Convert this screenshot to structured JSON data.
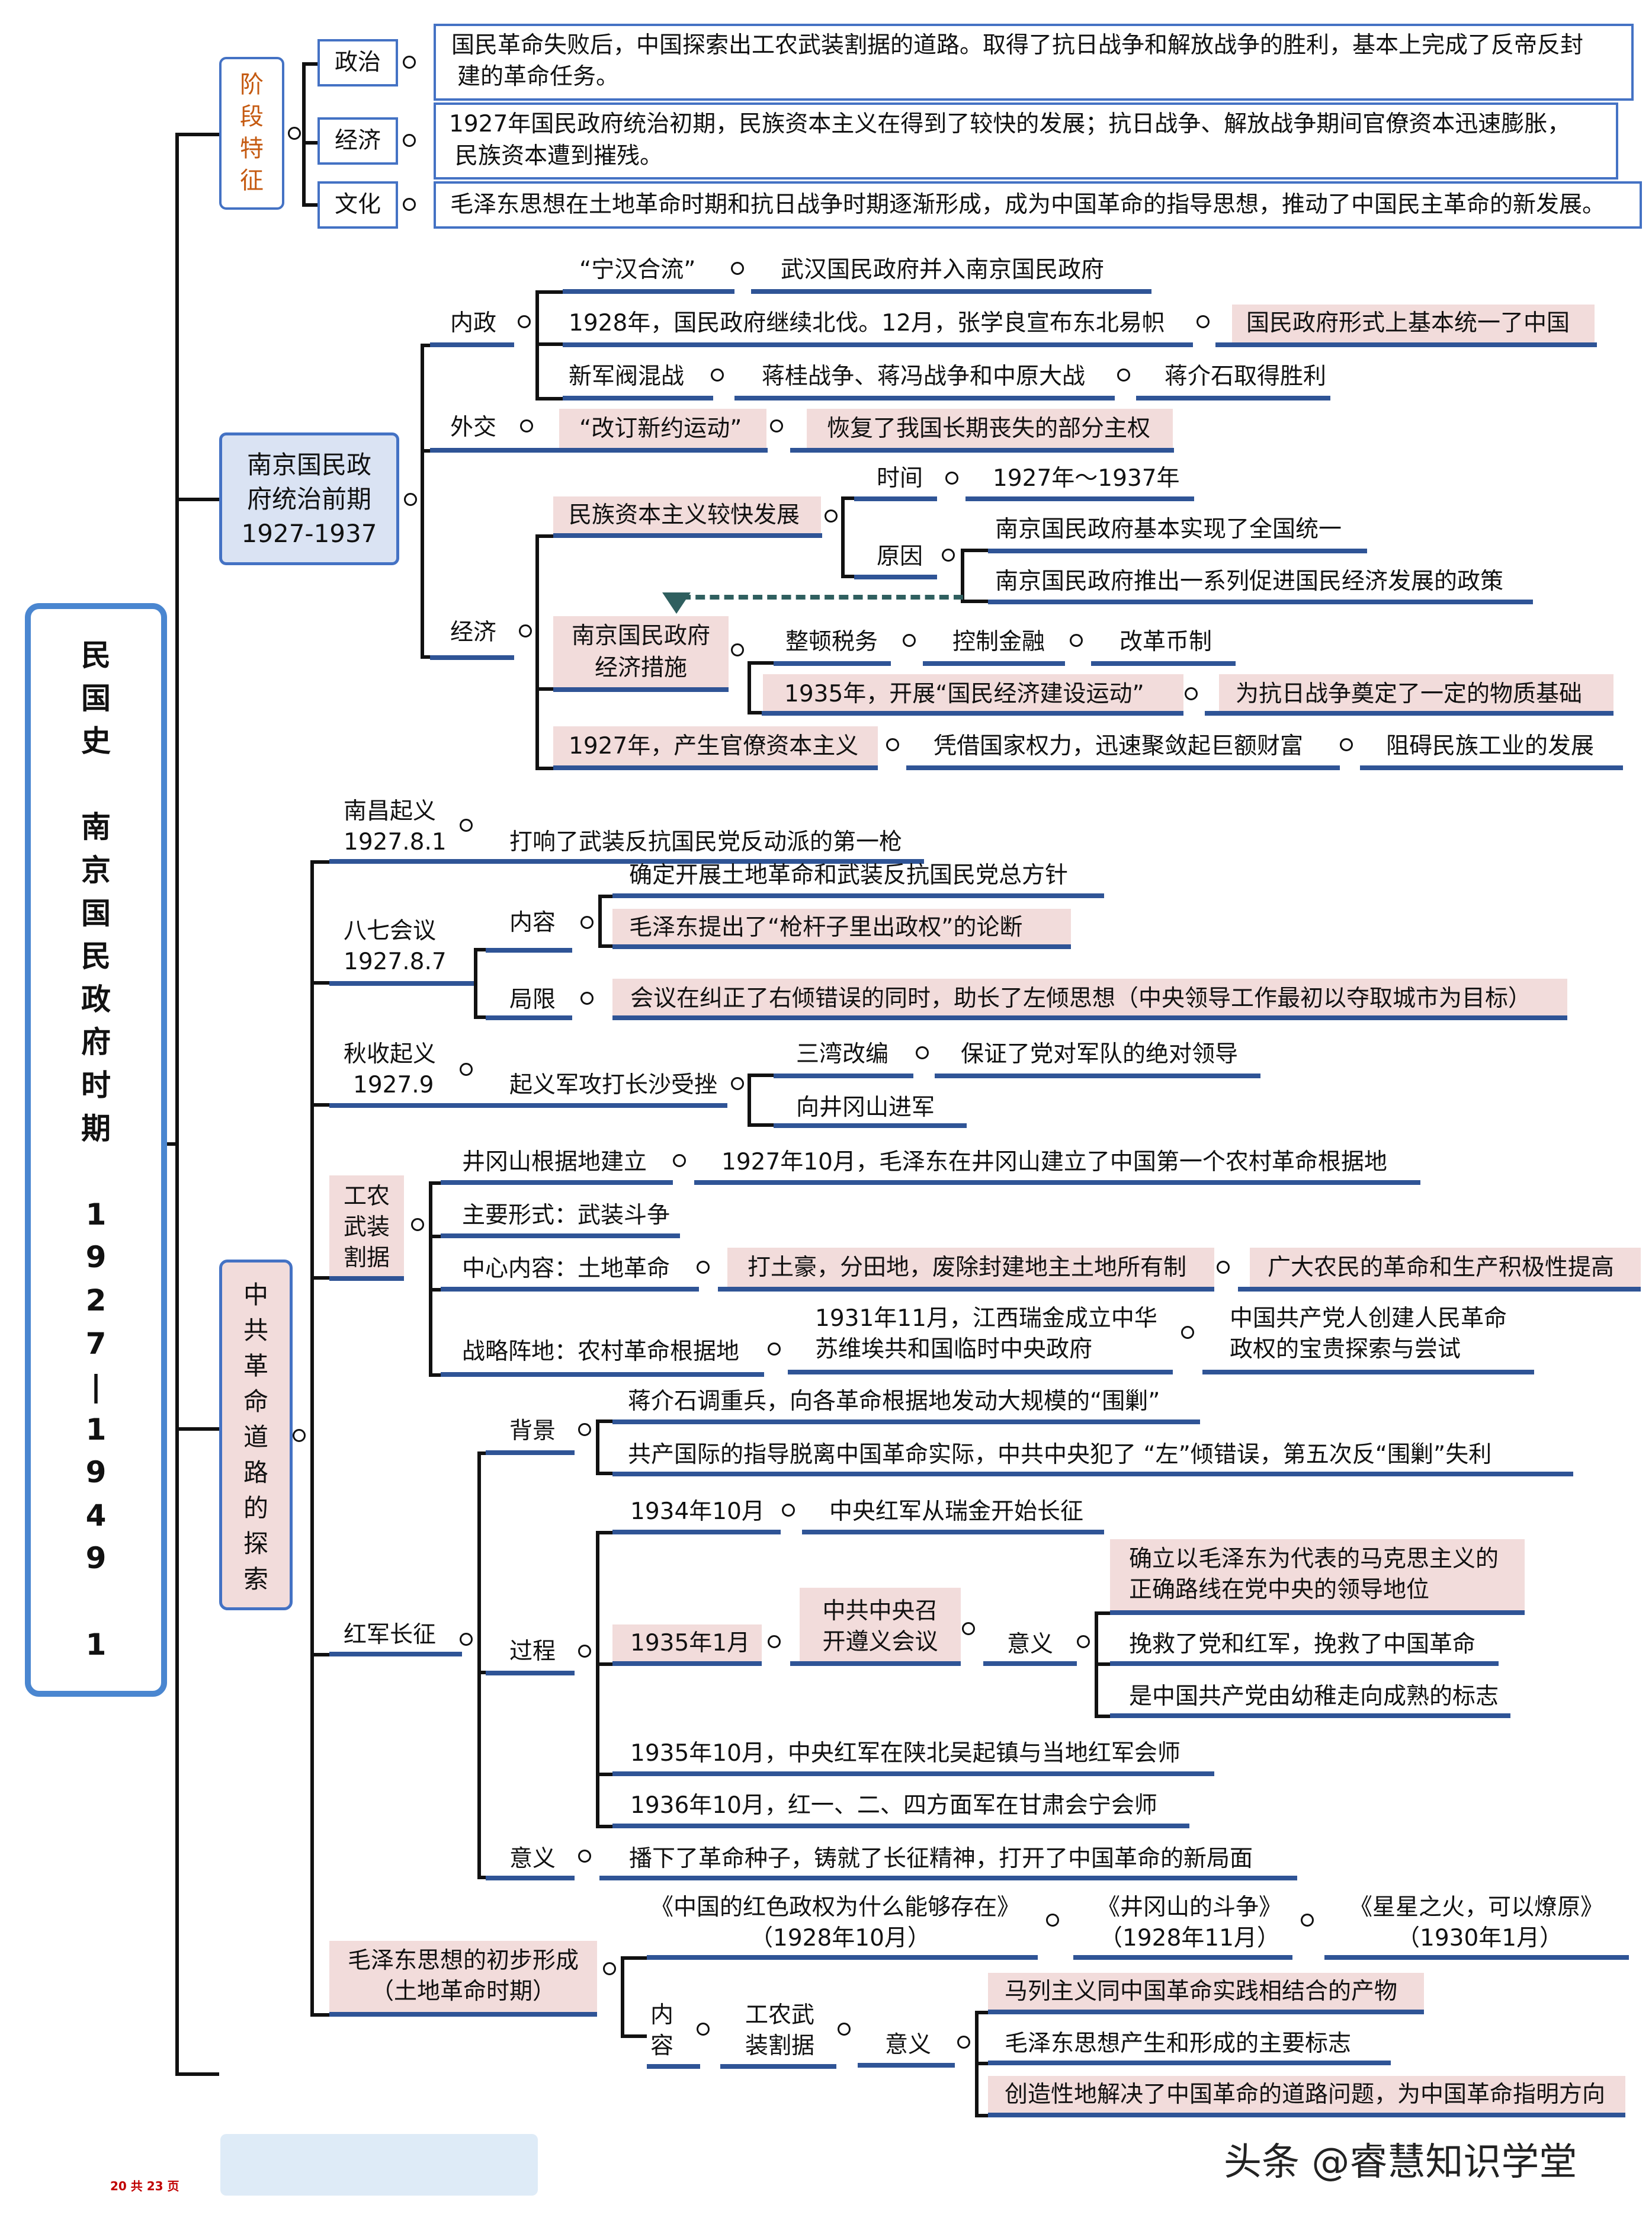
{
  "root": {
    "text": "民\n国\n史\n\n南\n京\n国\n民\n政\n府\n时\n期\n\n1\n9\n2\n7\n|\n1\n9\n4\n9\n\n1"
  },
  "stage_features": {
    "label": "阶\n段\n特\n征",
    "politics": {
      "label": "政治",
      "text1": "国民革命失败后，中国探索出工农武装割据的道路。取得了抗日战争和解放战争的胜利，基本上完成了反帝反封",
      "text2": "建的革命任务。"
    },
    "economy": {
      "label": "经济",
      "text1": "1927年国民政府统治初期，民族资本主义在得到了较快的发展；抗日战争、解放战争期间官僚资本迅速膨胀，",
      "text2": "民族资本遭到摧残。"
    },
    "culture": {
      "label": "文化",
      "text1": "毛泽东思想在土地革命时期和抗日战争时期逐渐形成，成为中国革命的指导思想，推动了中国民主革命的新发展。"
    }
  },
  "nanjing": {
    "label1": "南京国民政",
    "label2": "府统治前期",
    "label3": "1927-1937",
    "interior": {
      "label": "内政",
      "r1a": "“宁汉合流”",
      "r1b": "武汉国民政府并入南京国民政府",
      "r2a": "1928年，国民政府继续北伐。12月，张学良宣布东北易帜",
      "r2b": "国民政府形式上基本统一了中国",
      "r3a": "新军阀混战",
      "r3b": "蒋桂战争、蒋冯战争和中原大战",
      "r3c": "蒋介石取得胜利"
    },
    "foreign": {
      "label": "外交",
      "a": "“改订新约运动”",
      "b": "恢复了我国长期丧失的部分主权"
    },
    "economy": {
      "label": "经济",
      "capital": "民族资本主义较快发展",
      "time_label": "时间",
      "time_value": "1927年～1937年",
      "reason_label": "原因",
      "reason1": "南京国民政府基本实现了全国统一",
      "reason2": "南京国民政府推出一系列促进国民经济发展的政策",
      "measures1": "南京国民政府",
      "measures2": "经济措施",
      "m1": "整顿税务",
      "m2": "控制金融",
      "m3": "改革币制",
      "m4": "1935年，开展“国民经济建设运动”",
      "m5": "为抗日战争奠定了一定的物质基础",
      "b1": "1927年，产生官僚资本主义",
      "b2": "凭借国家权力，迅速聚敛起巨额财富",
      "b3": "阻碍民族工业的发展"
    }
  },
  "ccp": {
    "label": "中\n共\n革\n命\n道\n路\n的\n探\n索",
    "nanchang": {
      "l1": "南昌起义",
      "l2": "1927.8.1",
      "text": "打响了武装反抗国民党反动派的第一枪"
    },
    "aug7": {
      "l1": "八七会议",
      "l2": "1927.8.7",
      "content_label": "内容",
      "c1": "确定开展土地革命和武装反抗国民党总方针",
      "c2": "毛泽东提出了“枪杆子里出政权”的论断",
      "limit_label": "局限",
      "limit": "会议在纠正了右倾错误的同时，助长了左倾思想（中央领导工作最初以夺取城市为目标）"
    },
    "autumn": {
      "l1": "秋收起义",
      "l2": "1927.9",
      "a": "起义军攻打长沙受挫",
      "b1": "三湾改编",
      "b1r": "保证了党对军队的绝对领导",
      "b2": "向井冈山进军"
    },
    "base": {
      "l1": "工农",
      "l2": "武装",
      "l3": "割据",
      "r1a": "井冈山根据地建立",
      "r1b": "1927年10月，毛泽东在井冈山建立了中国第一个农村革命根据地",
      "r2": "主要形式：武装斗争",
      "r3a": "中心内容：土地革命",
      "r3b": "打土豪，分田地，废除封建地主土地所有制",
      "r3c": "广大农民的革命和生产积极性提高",
      "r4a": "战略阵地：农村革命根据地",
      "r4b1": "1931年11月，江西瑞金成立中华",
      "r4b2": "苏维埃共和国临时中央政府",
      "r4c1": "中国共产党人创建人民革命",
      "r4c2": "政权的宝贵探索与尝试"
    },
    "march": {
      "label": "红军长征",
      "bg_label": "背景",
      "bg1": "蒋介石调重兵，向各革命根据地发动大规模的“围剿”",
      "bg2": "共产国际的指导脱离中国革命实际，中共中央犯了 “左”倾错误，第五次反“围剿”失利",
      "proc_label": "过程",
      "p1a": "1934年10月",
      "p1b": "中央红军从瑞金开始长征",
      "p2": "1935年1月",
      "p2b1": "中共中央召",
      "p2b2": "开遵义会议",
      "p2c": "意义",
      "s1a": "确立以毛泽东为代表的马克思主义的",
      "s1b": "正确路线在党中央的领导地位",
      "s2": "挽救了党和红军，挽救了中国革命",
      "s3": "是中国共产党由幼稚走向成熟的标志",
      "p3": "1935年10月，中央红军在陕北吴起镇与当地红军会师",
      "p4": "1936年10月，红一、二、四方面军在甘肃会宁会师",
      "sig_label": "意义",
      "sig": "播下了革命种子，铸就了长征精神，打开了中国革命的新局面"
    },
    "mao": {
      "l1": "毛泽东思想的初步形成",
      "l2": "（土地革命时期）",
      "w1a": "《中国的红色政权为什么能够存在》",
      "w1b": "（1928年10月）",
      "w2a": "《井冈山的斗争》",
      "w2b": "（1928年11月）",
      "w3a": "《星星之火，可以燎原》",
      "w3b": "（1930年1月）",
      "ct1": "内",
      "ct2": "容",
      "c1": "工农武",
      "c2": "装割据",
      "sig": "意义",
      "m1": "马列主义同中国革命实践相结合的产物",
      "m2": "毛泽东思想产生和形成的主要标志",
      "m3": "创造性地解决了中国革命的道路问题，为中国革命指明方向"
    }
  },
  "footer": {
    "page": "20 共 23 页",
    "watermark": "头条 @睿慧知识学堂"
  },
  "colors": {
    "blue": "#4472c4",
    "underline": "#2f5496",
    "highlight": "#f2dcdb",
    "orange": "#c55a11",
    "root_border": "#4a86d0",
    "nanjing_fill": "#dae3f3"
  }
}
